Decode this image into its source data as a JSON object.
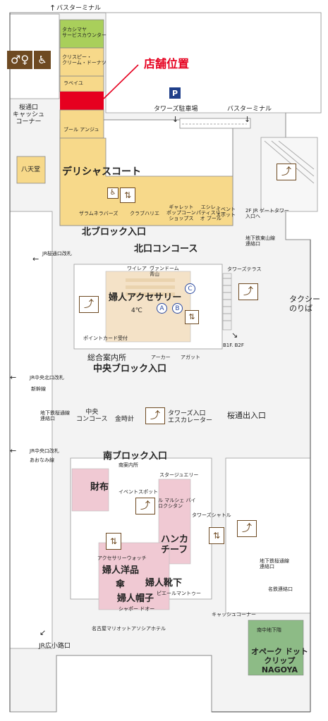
{
  "colors": {
    "corridor": "#f2f2f2",
    "shop_yellow": "#f7d98a",
    "shop_green": "#a9cf5b",
    "shop_pink": "#f0c9d3",
    "shop_beige": "#f4e2c7",
    "shop_dark_green": "#8dbb86",
    "highlight_red": "#e6001f",
    "wall": "#666666"
  },
  "callout": {
    "label": "店舗位置"
  },
  "top_area": {
    "bus_terminal_top": "バスターミナル",
    "takashimaya": "タカシマヤ\nサービスカウンター",
    "krispy": "クリスピー・\nクリーム・ドーナツ",
    "raveiyu": "ラベイユ",
    "boulangerie": "ブール アンジュ",
    "parking_letter": "P",
    "towers_parking": "タワーズ駐車場",
    "bus_terminal_right": "バスターミナル"
  },
  "left_side": {
    "sakuradori_cash": "桜通口\nキャッシュ\nコーナー",
    "hattendo": "八天堂",
    "jr_sakuradori_gate": "JR桜通口改札",
    "jr_central_north_gate": "JR中央北口改札",
    "shinkansen": "新幹線",
    "subway_link": "地下鉄桜通線\n連絡口",
    "jr_central_south_gate": "JR中央口改札",
    "aonami": "あおなみ線",
    "jr_hirokoji_gate": "JR広小路口"
  },
  "north_block": {
    "deli_court": "デリシャスコート",
    "zaramu": "ザラムネラバーズ",
    "club_harie": "クラブハリエ",
    "garrett": "ギャレット\nポップコーン\nショップス",
    "eshire": "エシレ・\nパティスリー\nオ ブール",
    "event_spot": "イベント\nスポット",
    "north_entrance": "北ブロック入口",
    "gate_tower": "2F JR ゲートタワー\n入口へ",
    "higashiyama_link": "地下鉄東山線\n連絡口",
    "north_concourse": "北口コンコース"
  },
  "central": {
    "wailea": "ワイレア",
    "vandome": "ヴァンドーム\n青山",
    "ladies_accessory": "婦人アクセサリー",
    "four_c": "4℃",
    "letter_a": "A",
    "letter_b": "B",
    "letter_c": "C",
    "towers_terrace": "タワーズテラス",
    "taxi": "タクシー\nのりば",
    "b1f_b2f": "B1F. B2F",
    "info_center": "総合案内所",
    "central_entrance": "中央ブロック入口",
    "aker": "アーカー",
    "agate": "アガット",
    "pointcard": "ポイントカード受付",
    "central_concourse": "中央\nコンコース",
    "gold_clock": "金時計",
    "towers_escalator": "タワーズ入口\nエスカレーター",
    "sakuradori_exit": "桜通出入口"
  },
  "south_block": {
    "south_entrance": "南ブロック入口",
    "south_info": "南案内所",
    "stage_jewelry": "スタージュエリー",
    "wallet": "財布",
    "event_spot": "イベントスポット",
    "le_marche": "ル マルシェ バイ\nロクシタン",
    "handkerchief": "ハンカ\nチーフ",
    "towers_shuttle": "タワーズシャトル",
    "accessory_watch": "アクセサリーウォッチ",
    "ladies_wear": "婦人洋品",
    "umbrella": "傘",
    "ladies_shoes": "婦人靴下",
    "ladies_hat": "婦人帽子",
    "chapeau": "シャポー ドオー",
    "pierre": "ピエールマントゥー",
    "cash_corner": "キャッシュコーナー",
    "subway_sakura_link": "地下鉄桜通線\n連絡口",
    "meitetsu_link": "名鉄連絡口",
    "marriott": "名古屋マリオットアソシアホテル",
    "south_underground": "南中地下階",
    "opaque": "オペーク ドット\nクリップ\nNAGOYA"
  }
}
